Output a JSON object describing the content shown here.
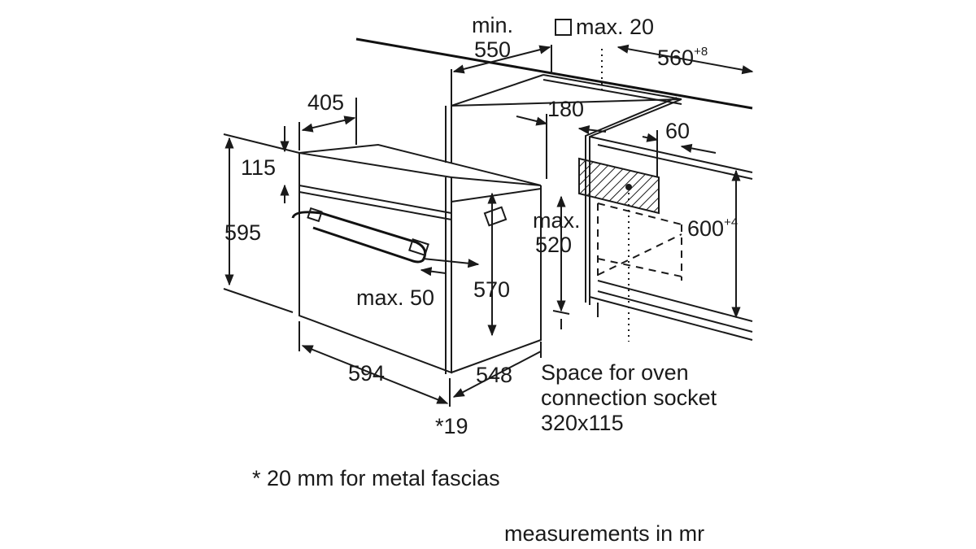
{
  "dimensions": {
    "min_label": "min.",
    "min_550": "550",
    "max20": "max. 20",
    "w560": "560",
    "w560_tol": "+8",
    "d405": "405",
    "d180": "180",
    "d60": "60",
    "h115": "115",
    "h595": "595",
    "max_label": "max.",
    "max520": "520",
    "h600": "600",
    "h600_tol": "+4",
    "max50": "max. 50",
    "h570": "570",
    "w594": "594",
    "d548": "548",
    "n19": "*19"
  },
  "socket_note": {
    "line1": "Space for oven",
    "line2": "connection socket",
    "line3": "320x115"
  },
  "footnote": "* 20 mm for metal fascias",
  "units_note": "measurements in mr"
}
